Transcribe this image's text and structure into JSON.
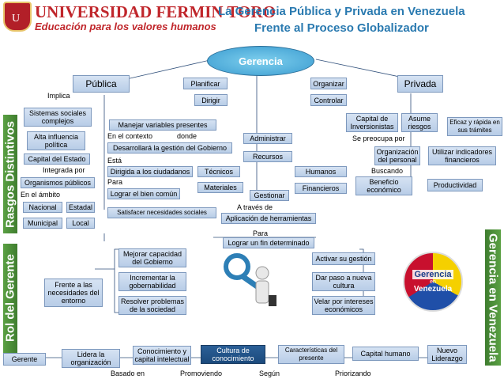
{
  "header": {
    "university": "UNIVERSIDAD FERMIN TORO",
    "slogan": "Educación para los valores humanos",
    "title_line1": "La Gerencia Pública y Privada en Venezuela",
    "title_line2": "Frente al Proceso Globalizador"
  },
  "side_tabs": {
    "rasgos": "Rasgos Distintivos",
    "rol": "Rol del Gerente",
    "gerencia_vzla": "Gerencia en Venezuela"
  },
  "center": {
    "gerencia": "Gerencia",
    "planificar": "Planificar",
    "dirigir": "Dirigir",
    "organizar": "Organizar",
    "controlar": "Controlar",
    "administrar": "Administrar",
    "recursos": "Recursos",
    "tecnicos": "Técnicos",
    "humanos": "Humanos",
    "materiales": "Materiales",
    "financieros": "Financieros",
    "gestionar": "Gestionar",
    "a_traves_de": "A través de",
    "aplicacion": "Aplicación de herramientas",
    "para": "Para",
    "logrera": "Lograr un fin determinado"
  },
  "publica": {
    "title": "Pública",
    "implica": "Implica",
    "sistemas": "Sistemas sociales complejos",
    "alta": "Alta influencia política",
    "capital_estado": "Capital del Estado",
    "integrada": "Integrada por",
    "organismos": "Organismos públicos",
    "ambito": "En el ámbito",
    "nacional": "Nacional",
    "estadal": "Estadal",
    "municipal": "Municipal",
    "local": "Local",
    "manejar": "Manejar variables presentes",
    "en_el_contexto": "En el contexto",
    "donde": "donde",
    "desarrollara": "Desarrollará la gestión del Gobierno",
    "esta": "Está",
    "dirigida": "Dirigida a los ciudadanos",
    "para": "Para",
    "lograr_bien": "Lograr el bien común",
    "satisfacer": "Satisfacer necesidades sociales"
  },
  "privada": {
    "title": "Privada",
    "capital": "Capital de Inversionistas",
    "asume": "Asume riesgos",
    "eficaz": "Eficaz y rápida en sus trámites",
    "preocupa": "Se preocupa por",
    "organizacion": "Organización del personal",
    "utilizar": "Utilizar indicadores financieros",
    "buscando": "Buscando",
    "beneficio": "Beneficio económico",
    "productividad": "Productividad"
  },
  "rol": {
    "frente": "Frente a las necesidades del entorno",
    "mejorar": "Mejorar capacidad del Gobierno",
    "incrementar": "Incrementar la gobernabilidad",
    "resolver": "Resolver problemas de la sociedad",
    "activar": "Activar su gestión",
    "dar_paso": "Dar paso a nueva cultura",
    "velar": "Velar por intereses económicos"
  },
  "badge": {
    "top": "Gerencia",
    "mid": "en",
    "bottom": "Venezuela"
  },
  "bottom": {
    "gerente": "Gerente",
    "lidera": "Lidera la organización",
    "conocimiento": "Conocimiento y capital intelectual",
    "cultura": "Cultura de conocimiento",
    "caracteristicas": "Características del presente",
    "capital_humano": "Capital humano",
    "nuevo": "Nuevo Liderazgo",
    "basado": "Basado en",
    "promoviendo": "Promoviendo",
    "segun": "Según",
    "priorizando": "Priorizando"
  },
  "colors": {
    "green_tab": "#4f9a3a",
    "header_red": "#c0262b",
    "title_blue": "#2a7ab0",
    "box_light": "#c7d8ee",
    "box_dark": "#1f5188"
  }
}
